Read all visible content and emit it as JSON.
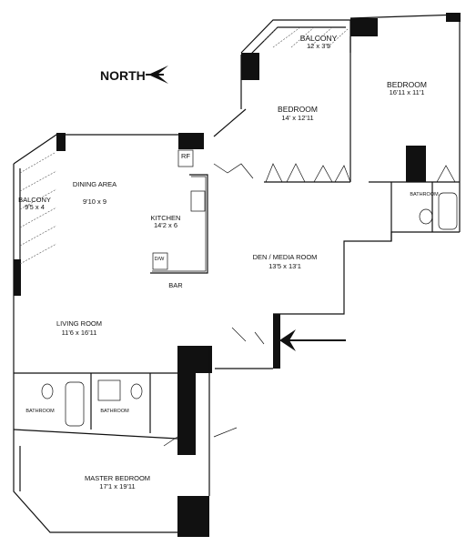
{
  "compass": {
    "label": "NORTH"
  },
  "entry_arrow": {
    "icon": "entry-arrow-icon"
  },
  "rooms": {
    "balcony_top": {
      "name": "BALCONY",
      "dims": "12 x 3'5"
    },
    "bedroom_center": {
      "name": "BEDROOM",
      "dims": "14' x 12'11"
    },
    "bedroom_right": {
      "name": "BEDROOM",
      "dims": "16'11 x 11'1"
    },
    "balcony_left": {
      "name": "BALCONY",
      "dims": "9'5 x 4"
    },
    "dining": {
      "name": "DINING AREA",
      "dims": "9'10 x 9"
    },
    "kitchen": {
      "name": "KITCHEN",
      "dims": "14'2 x 6"
    },
    "den": {
      "name": "DEN / MEDIA ROOM",
      "dims": "13'5 x 13'1"
    },
    "living": {
      "name": "LIVING ROOM",
      "dims": "11'6 x 16'11"
    },
    "master": {
      "name": "MASTER BEDROOM",
      "dims": "17'1 x 19'11"
    },
    "bathroom_right": {
      "name": "BATHROOM"
    },
    "bathroom_left": {
      "name": "BATHROOM"
    },
    "bathroom_mid": {
      "name": "BATHROOM"
    }
  },
  "fixtures": {
    "fridge": "RF",
    "dishwasher": "D/W",
    "bar": "BAR"
  }
}
